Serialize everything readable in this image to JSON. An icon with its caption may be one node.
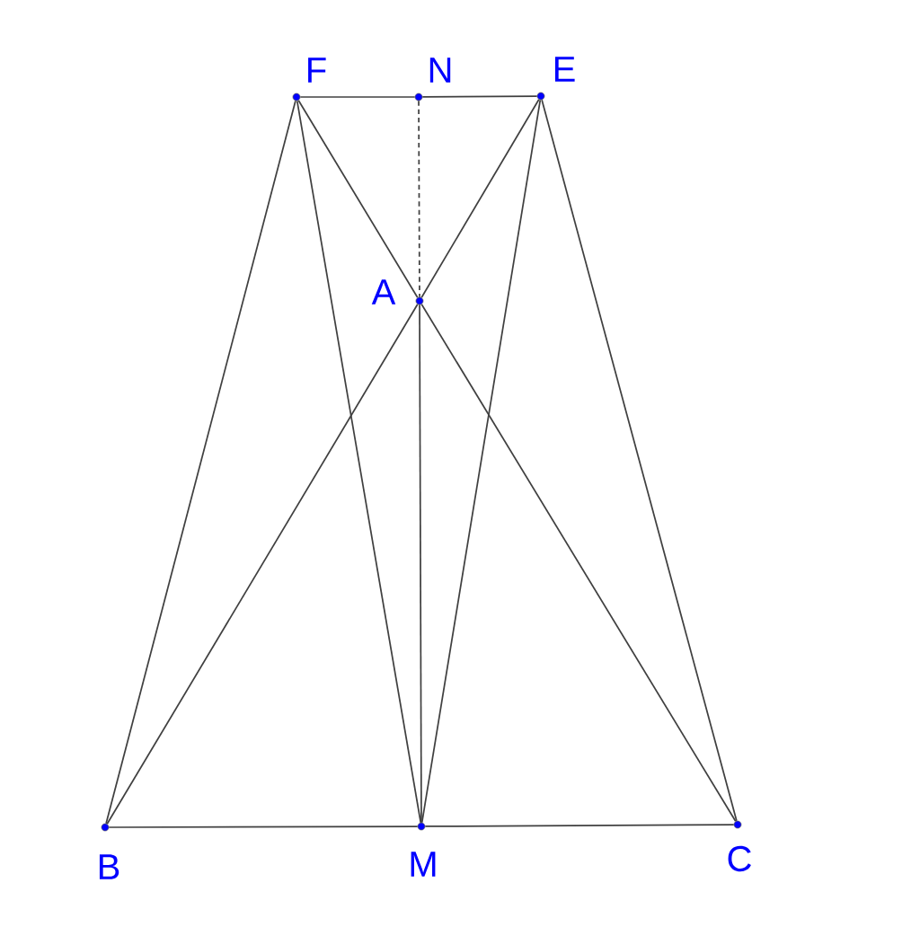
{
  "diagram": {
    "nodes": [
      {
        "text": [
          "F"
        ]
      },
      {
        "text": [
          "N"
        ]
      },
      {
        "text": [
          "E"
        ]
      },
      {
        "text": [
          "A"
        ]
      },
      {
        "text": [
          "B"
        ]
      },
      {
        "text": [
          "M"
        ]
      },
      {
        "text": [
          "C"
        ]
      }
    ],
    "edges": [
      {
        "from": 0,
        "to": 1,
        "arrow": "none"
      },
      {
        "from": 1,
        "to": 2,
        "arrow": "none"
      },
      {
        "from": 1,
        "to": 3,
        "arrow": "none",
        "style": "dashed"
      },
      {
        "from": 0,
        "to": 3,
        "arrow": "none"
      },
      {
        "from": 3,
        "to": 6,
        "arrow": "none"
      },
      {
        "from": 2,
        "to": 3,
        "arrow": "none"
      },
      {
        "from": 3,
        "to": 4,
        "arrow": "none"
      },
      {
        "from": 0,
        "to": 4,
        "arrow": "none"
      },
      {
        "from": 0,
        "to": 5,
        "arrow": "none"
      },
      {
        "from": 2,
        "to": 5,
        "arrow": "none"
      },
      {
        "from": 2,
        "to": 6,
        "arrow": "none"
      },
      {
        "from": 3,
        "to": 5,
        "arrow": "none"
      },
      {
        "from": 4,
        "to": 5,
        "arrow": "none"
      },
      {
        "from": 5,
        "to": 6,
        "arrow": "none"
      }
    ]
  }
}
